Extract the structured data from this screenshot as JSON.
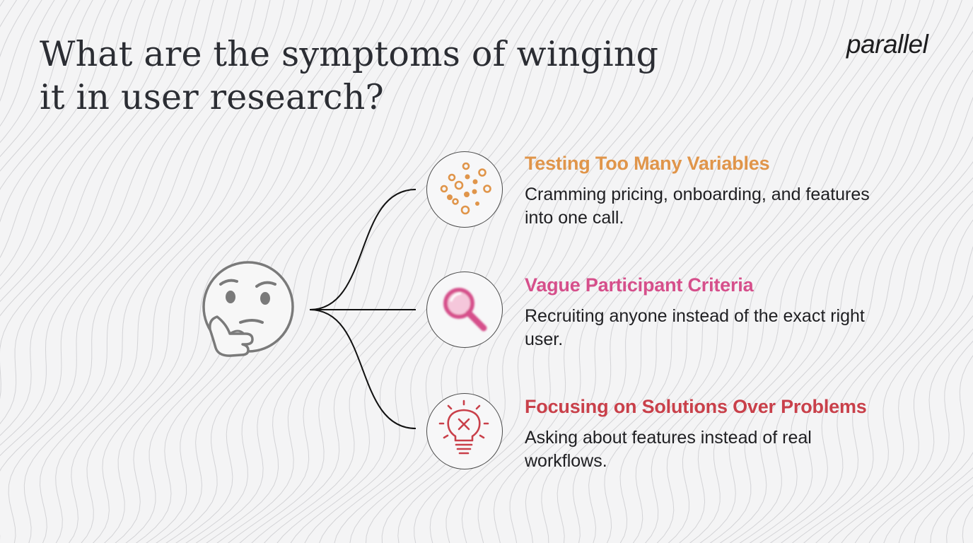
{
  "header": {
    "title": "What are the symptoms of winging it in user research?",
    "logo": "parallel"
  },
  "center": {
    "icon": "thinking-face-icon"
  },
  "items": [
    {
      "title": "Testing Too Many Variables",
      "description": "Cramming pricing, onboarding, and features into one call.",
      "icon": "scattered-dots-icon",
      "color": "#e0954a"
    },
    {
      "title": "Vague Participant Criteria",
      "description": "Recruiting anyone instead of the exact right user.",
      "icon": "magnifier-icon",
      "color": "#d64f8b"
    },
    {
      "title": "Focusing on Solutions Over Problems",
      "description": "Asking about features instead of real workflows.",
      "icon": "lightbulb-x-icon",
      "color": "#c9404a"
    }
  ]
}
